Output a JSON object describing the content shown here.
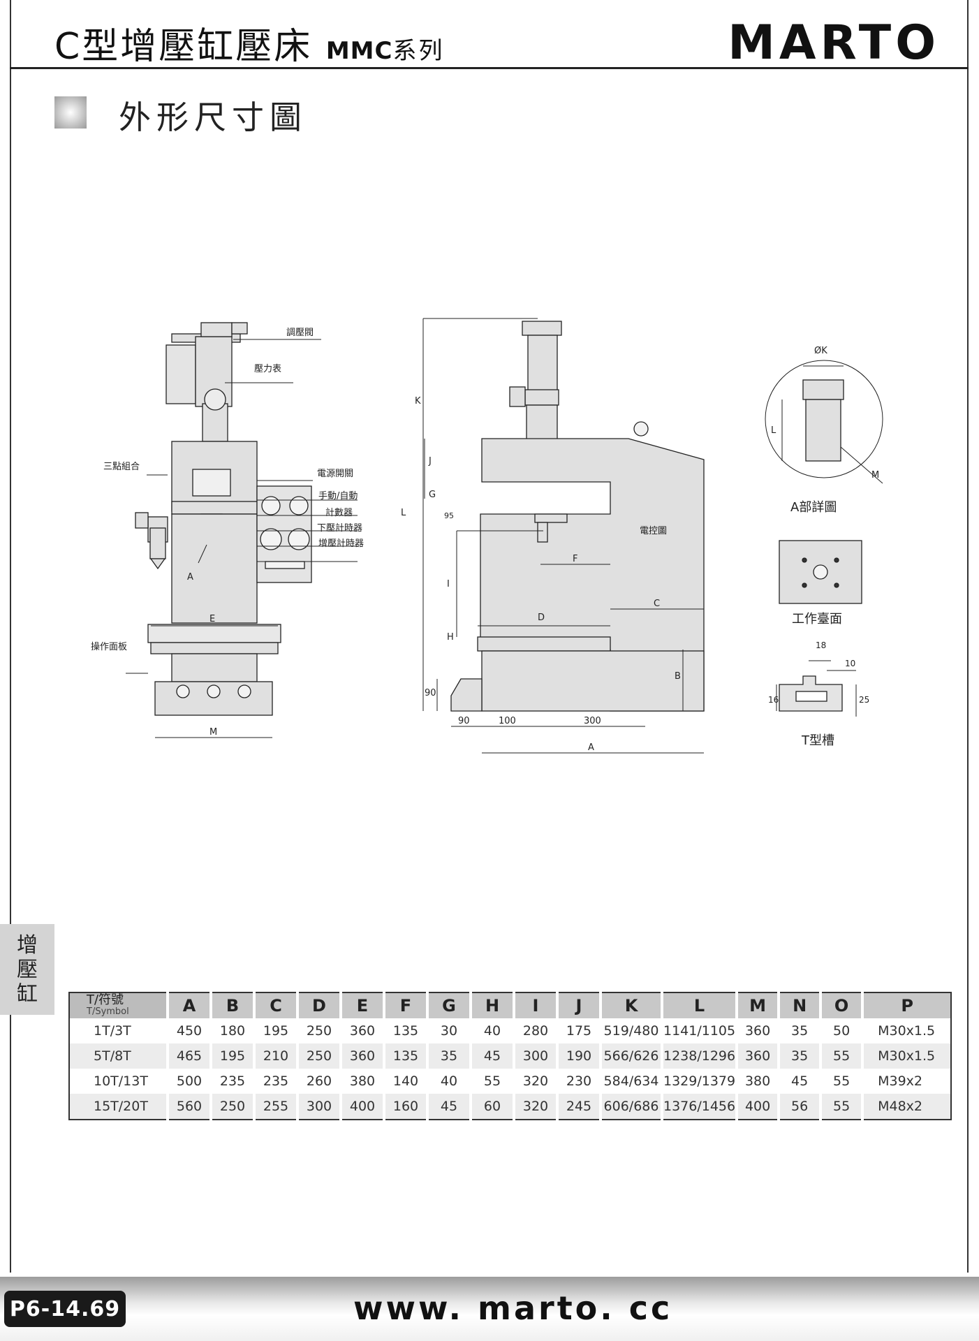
{
  "header": {
    "title": "C型增壓缸壓床",
    "series": "MMC",
    "series_suffix": "系列",
    "brand": "MARTO"
  },
  "section": {
    "title": "外形尺寸圖"
  },
  "drawing": {
    "front_view": {
      "labels": {
        "pressure_valve": "調壓閥",
        "pressure_gauge": "壓力表",
        "frl_unit": "三點組合",
        "power_switch": "電源開關",
        "manual_auto": "手動/自動",
        "counter": "計數器",
        "down_timer": "下壓計時器",
        "boost_timer": "增壓計時器",
        "control_panel": "操作面板",
        "callout_a": "A",
        "dim_e": "E",
        "dim_m": "M"
      }
    },
    "side_view": {
      "labels": {
        "control_box": "電控圖",
        "dim_k": "K",
        "dim_j": "J",
        "dim_g": "G",
        "dim_l": "L",
        "dim_95": "95",
        "dim_i": "I",
        "dim_h": "H",
        "dim_90v": "90",
        "dim_f": "F",
        "dim_d": "D",
        "dim_c": "C",
        "dim_b": "B",
        "dim_90": "90",
        "dim_100": "100",
        "dim_300": "300",
        "dim_a": "A"
      }
    },
    "detail_a": {
      "caption": "A部詳圖",
      "dim_k": "ØK",
      "dim_l": "L",
      "dim_m": "M"
    },
    "worktable": {
      "caption": "工作臺面"
    },
    "t_slot": {
      "caption": "T型槽",
      "dim_18": "18",
      "dim_10": "10",
      "dim_16": "16",
      "dim_25": "25"
    }
  },
  "side_tab": {
    "chars": [
      "增",
      "壓",
      "缸"
    ]
  },
  "spec_table": {
    "symbol_header": "T/符號",
    "symbol_header_sub": "T/Symbol",
    "columns": [
      "A",
      "B",
      "C",
      "D",
      "E",
      "F",
      "G",
      "H",
      "I",
      "J",
      "K",
      "L",
      "M",
      "N",
      "O",
      "P"
    ],
    "rows": [
      {
        "model": "1T/3T",
        "values": [
          "450",
          "180",
          "195",
          "250",
          "360",
          "135",
          "30",
          "40",
          "280",
          "175",
          "519/480",
          "1141/1105",
          "360",
          "35",
          "50",
          "M30x1.5"
        ]
      },
      {
        "model": "5T/8T",
        "values": [
          "465",
          "195",
          "210",
          "250",
          "360",
          "135",
          "35",
          "45",
          "300",
          "190",
          "566/626",
          "1238/1296",
          "360",
          "35",
          "55",
          "M30x1.5"
        ]
      },
      {
        "model": "10T/13T",
        "values": [
          "500",
          "235",
          "235",
          "260",
          "380",
          "140",
          "40",
          "55",
          "320",
          "230",
          "584/634",
          "1329/1379",
          "380",
          "45",
          "55",
          "M39x2"
        ]
      },
      {
        "model": "15T/20T",
        "values": [
          "560",
          "250",
          "255",
          "300",
          "400",
          "160",
          "45",
          "60",
          "320",
          "245",
          "606/686",
          "1376/1456",
          "400",
          "56",
          "55",
          "M48x2"
        ]
      }
    ]
  },
  "footer": {
    "page": "P6-14.69",
    "website": "www. marto. cc"
  }
}
